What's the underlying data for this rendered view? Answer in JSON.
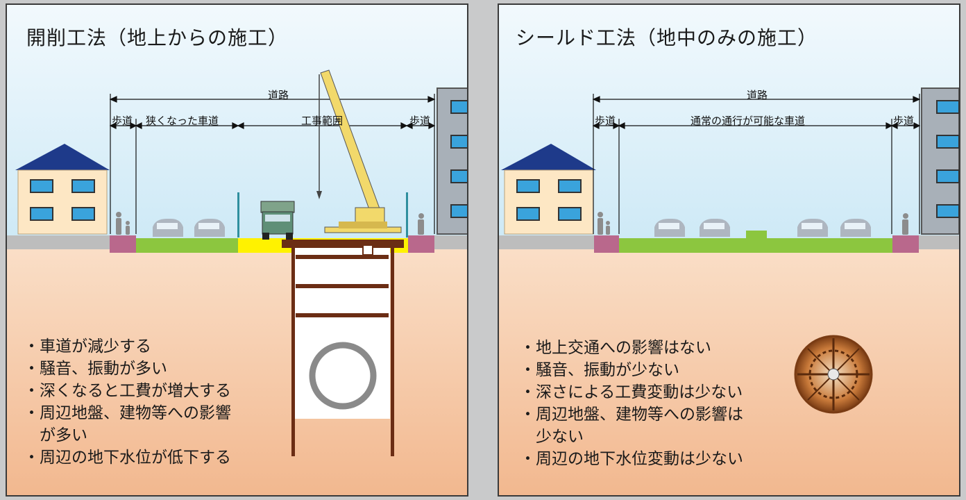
{
  "left": {
    "title": "開削工法（地上からの施工）",
    "labels": {
      "road": "道路",
      "sidewalk_left": "歩道",
      "narrow_lane": "狭くなった車道",
      "work_area": "工事範囲",
      "sidewalk_right": "歩道"
    },
    "bullets": [
      "・車道が減少する",
      "・騒音、振動が多い",
      "・深くなると工費が増大する",
      "・周辺地盤、建物等への影響",
      "　が多い",
      "・周辺の地下水位が低下する"
    ]
  },
  "right": {
    "title": "シールド工法（地中のみの施工）",
    "labels": {
      "road": "道路",
      "sidewalk_left": "歩道",
      "normal_lane": "通常の通行が可能な車道",
      "sidewalk_right": "歩道"
    },
    "bullets": [
      "・地上交通への影響はない",
      "・騒音、振動が少ない",
      "・深さによる工費変動は少ない",
      "・周辺地盤、建物等への影響は",
      "　少ない",
      "・周辺の地下水位変動は少ない"
    ]
  },
  "colors": {
    "sky": "#d8eef8",
    "ground": "#f6c29c",
    "sidewalk": "#b9688c",
    "roadway": "#8cc63f",
    "work_zone": "#fff200",
    "house_roof": "#1e3a8a",
    "window": "#3aa3dc",
    "crane": "#f2d96b",
    "strut": "#6b2d14"
  }
}
